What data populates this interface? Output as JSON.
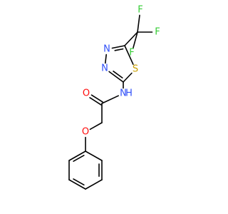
{
  "molecule": {
    "atoms": [
      {
        "id": "F1",
        "symbol": "F",
        "color": "#33cc33"
      },
      {
        "id": "F2",
        "symbol": "F",
        "color": "#33cc33"
      },
      {
        "id": "F3",
        "symbol": "F",
        "color": "#33cc33"
      },
      {
        "id": "CF3",
        "symbol": "",
        "color": "#000000"
      },
      {
        "id": "C5",
        "symbol": "",
        "color": "#000000"
      },
      {
        "id": "N4",
        "symbol": "N",
        "color": "#3050f8"
      },
      {
        "id": "N3",
        "symbol": "N",
        "color": "#3050f8"
      },
      {
        "id": "C2",
        "symbol": "",
        "color": "#000000"
      },
      {
        "id": "S1",
        "symbol": "S",
        "color": "#c8a000"
      },
      {
        "id": "NH",
        "symbol": "N",
        "color": "#3050f8"
      },
      {
        "id": "H",
        "symbol": "H",
        "color": "#3050f8"
      },
      {
        "id": "Ccarb",
        "symbol": "",
        "color": "#000000"
      },
      {
        "id": "O1",
        "symbol": "O",
        "color": "#ff0d0d"
      },
      {
        "id": "CH2",
        "symbol": "",
        "color": "#000000"
      },
      {
        "id": "O2",
        "symbol": "O",
        "color": "#ff0d0d"
      },
      {
        "id": "Ph1",
        "symbol": "",
        "color": "#000000"
      },
      {
        "id": "Ph2",
        "symbol": "",
        "color": "#000000"
      },
      {
        "id": "Ph3",
        "symbol": "",
        "color": "#000000"
      },
      {
        "id": "Ph4",
        "symbol": "",
        "color": "#000000"
      },
      {
        "id": "Ph5",
        "symbol": "",
        "color": "#000000"
      },
      {
        "id": "Ph6",
        "symbol": "",
        "color": "#000000"
      }
    ],
    "bonds": [
      {
        "a": "CF3",
        "b": "F1",
        "order": 1
      },
      {
        "a": "CF3",
        "b": "F2",
        "order": 1
      },
      {
        "a": "CF3",
        "b": "F3",
        "order": 1
      },
      {
        "a": "CF3",
        "b": "C5",
        "order": 1
      },
      {
        "a": "C5",
        "b": "N4",
        "order": 2
      },
      {
        "a": "N4",
        "b": "N3",
        "order": 1
      },
      {
        "a": "N3",
        "b": "C2",
        "order": 2
      },
      {
        "a": "C2",
        "b": "S1",
        "order": 1
      },
      {
        "a": "S1",
        "b": "C5",
        "order": 1
      },
      {
        "a": "C2",
        "b": "NH",
        "order": 1
      },
      {
        "a": "NH",
        "b": "Ccarb",
        "order": 1
      },
      {
        "a": "Ccarb",
        "b": "O1",
        "order": 2
      },
      {
        "a": "Ccarb",
        "b": "CH2",
        "order": 1
      },
      {
        "a": "CH2",
        "b": "O2",
        "order": 1
      },
      {
        "a": "O2",
        "b": "Ph1",
        "order": 1
      },
      {
        "a": "Ph1",
        "b": "Ph2",
        "order": 2
      },
      {
        "a": "Ph2",
        "b": "Ph3",
        "order": 1
      },
      {
        "a": "Ph3",
        "b": "Ph4",
        "order": 2
      },
      {
        "a": "Ph4",
        "b": "Ph5",
        "order": 1
      },
      {
        "a": "Ph5",
        "b": "Ph6",
        "order": 2
      },
      {
        "a": "Ph6",
        "b": "Ph1",
        "order": 1
      }
    ]
  }
}
